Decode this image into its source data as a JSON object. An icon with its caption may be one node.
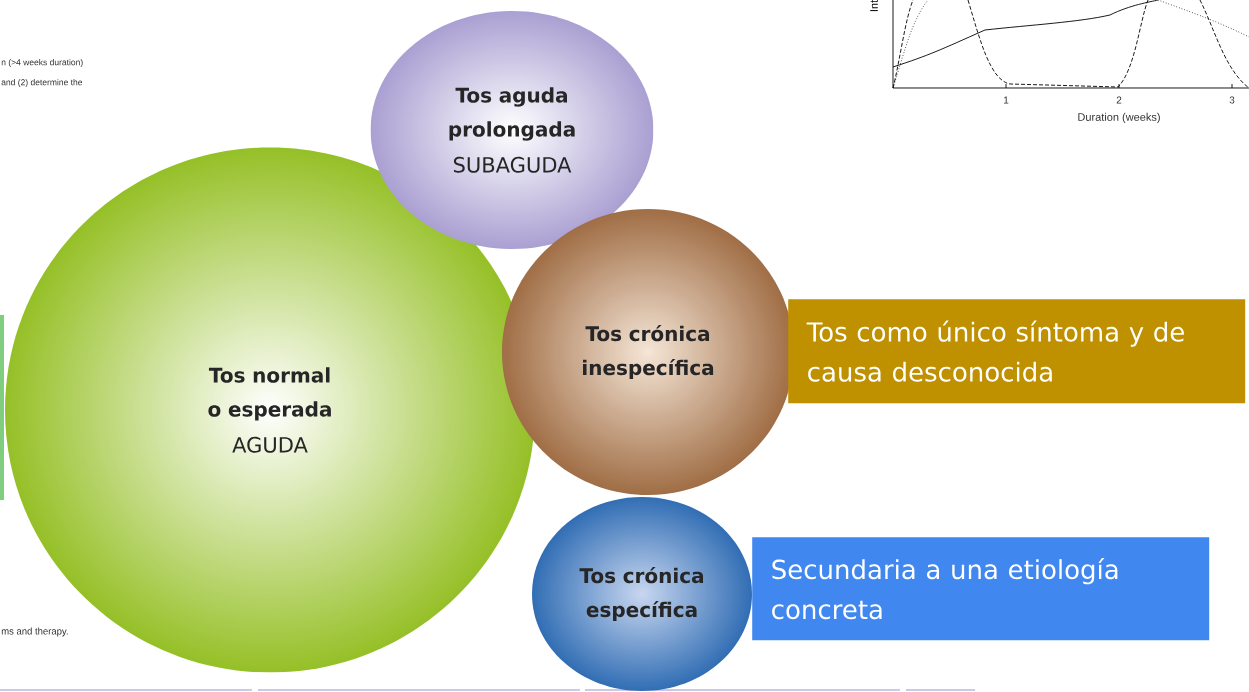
{
  "diagram": {
    "nodes": [
      {
        "text": [
          "Tos normal o esperada",
          "AGUDA"
        ]
      },
      {
        "text": [
          "Tos aguda prolongada",
          "SUBAGUDA"
        ]
      },
      {
        "text": [
          "Tos crónica inespecífica"
        ]
      },
      {
        "text": [
          "Tos crónica específica"
        ]
      },
      {
        "text": [
          "Tos como único síntoma y de causa desconocida"
        ]
      },
      {
        "text": [
          "Secundaria a una etiología concreta"
        ]
      }
    ],
    "edges": [],
    "labels": [
      "n (>4 weeks duration)",
      "and (2) determine the",
      "ms and therapy.",
      "Int",
      "1",
      "2",
      "3",
      "Duration (weeks)"
    ]
  }
}
